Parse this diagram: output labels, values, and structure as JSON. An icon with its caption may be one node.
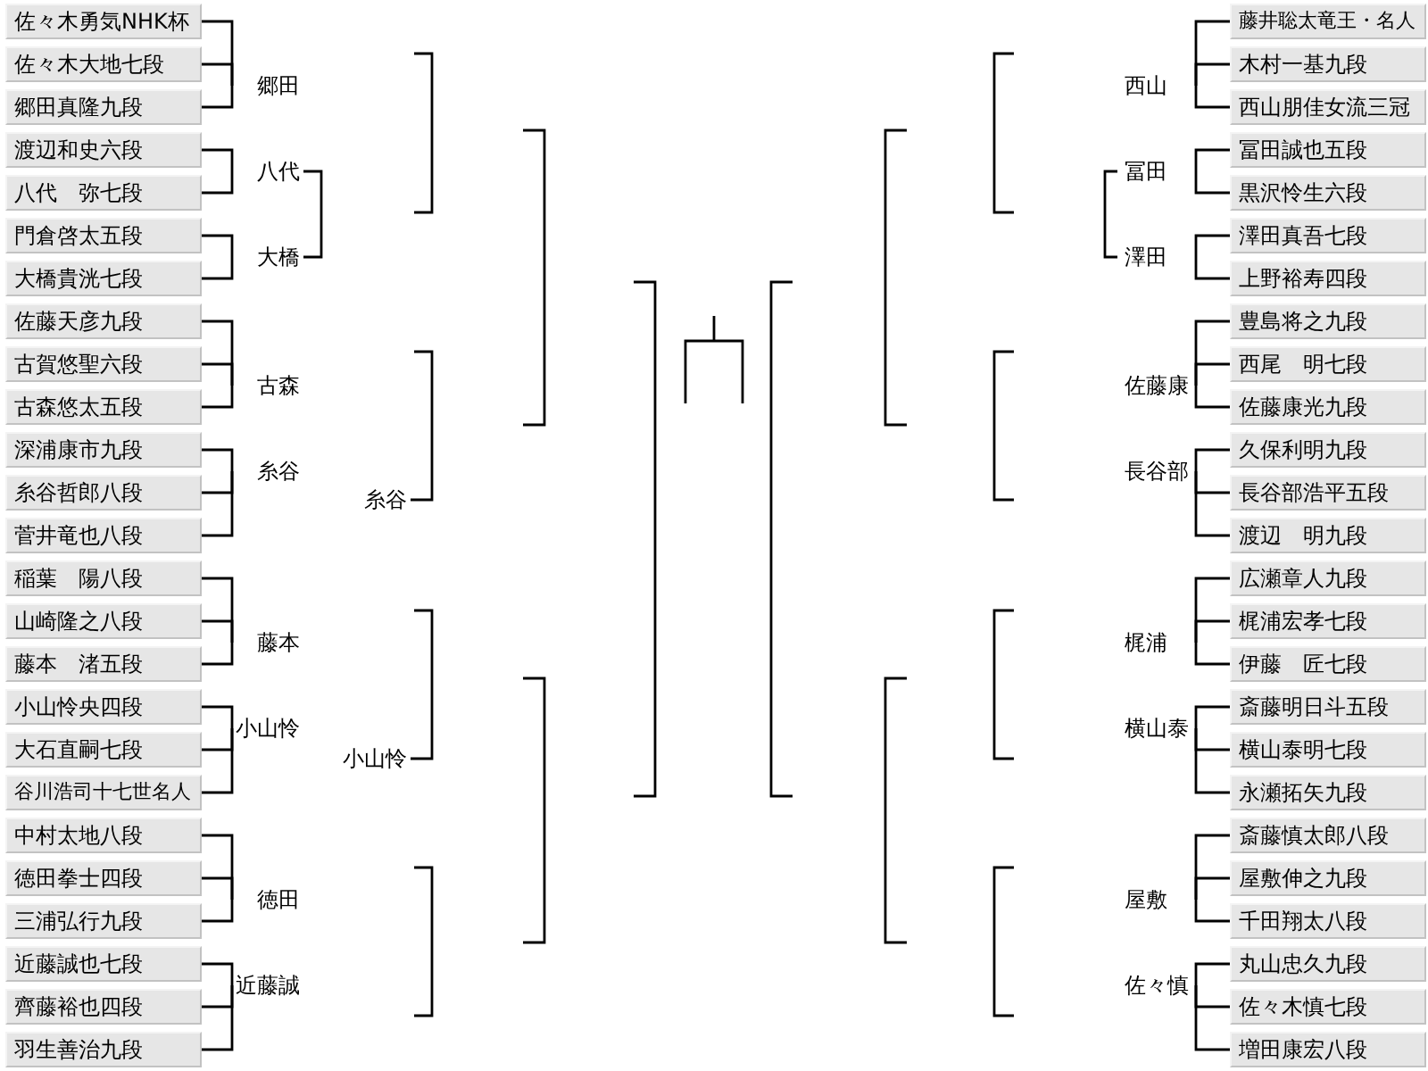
{
  "diagram": {
    "nodes": [
      {
        "text": [
          "佐々木勇気NHK杯"
        ]
      },
      {
        "text": [
          "佐々木大地七段"
        ]
      },
      {
        "text": [
          "郷田真隆九段"
        ]
      },
      {
        "text": [
          "渡辺和史六段"
        ]
      },
      {
        "text": [
          "八代　弥七段"
        ]
      },
      {
        "text": [
          "門倉啓太五段"
        ]
      },
      {
        "text": [
          "大橋貴洸七段"
        ]
      },
      {
        "text": [
          "佐藤天彦九段"
        ]
      },
      {
        "text": [
          "古賀悠聖六段"
        ]
      },
      {
        "text": [
          "古森悠太五段"
        ]
      },
      {
        "text": [
          "深浦康市九段"
        ]
      },
      {
        "text": [
          "糸谷哲郎八段"
        ]
      },
      {
        "text": [
          "菅井竜也八段"
        ]
      },
      {
        "text": [
          "稲葉　陽八段"
        ]
      },
      {
        "text": [
          "山崎隆之八段"
        ]
      },
      {
        "text": [
          "藤本　渚五段"
        ]
      },
      {
        "text": [
          "小山怜央四段"
        ]
      },
      {
        "text": [
          "大石直嗣七段"
        ]
      },
      {
        "text": [
          "谷川浩司十七世名人"
        ]
      },
      {
        "text": [
          "中村太地八段"
        ]
      },
      {
        "text": [
          "徳田拳士四段"
        ]
      },
      {
        "text": [
          "三浦弘行九段"
        ]
      },
      {
        "text": [
          "近藤誠也七段"
        ]
      },
      {
        "text": [
          "齊藤裕也四段"
        ]
      },
      {
        "text": [
          "羽生善治九段"
        ]
      },
      {
        "text": [
          "郷田"
        ]
      },
      {
        "text": [
          "八代"
        ]
      },
      {
        "text": [
          "大橋"
        ]
      },
      {
        "text": [
          "古森"
        ]
      },
      {
        "text": [
          "糸谷"
        ]
      },
      {
        "text": [
          "藤本"
        ]
      },
      {
        "text": [
          "小山怜"
        ]
      },
      {
        "text": [
          "徳田"
        ]
      },
      {
        "text": [
          "近藤誠"
        ]
      },
      {
        "text": [
          "糸谷"
        ]
      },
      {
        "text": [
          "小山怜"
        ]
      },
      {
        "text": [
          "藤井聡太竜王・名人"
        ]
      },
      {
        "text": [
          "木村一基九段"
        ]
      },
      {
        "text": [
          "西山朋佳女流三冠"
        ]
      },
      {
        "text": [
          "冨田誠也五段"
        ]
      },
      {
        "text": [
          "黒沢怜生六段"
        ]
      },
      {
        "text": [
          "澤田真吾七段"
        ]
      },
      {
        "text": [
          "上野裕寿四段"
        ]
      },
      {
        "text": [
          "豊島将之九段"
        ]
      },
      {
        "text": [
          "西尾　明七段"
        ]
      },
      {
        "text": [
          "佐藤康光九段"
        ]
      },
      {
        "text": [
          "久保利明九段"
        ]
      },
      {
        "text": [
          "長谷部浩平五段"
        ]
      },
      {
        "text": [
          "渡辺　明九段"
        ]
      },
      {
        "text": [
          "広瀬章人九段"
        ]
      },
      {
        "text": [
          "梶浦宏孝七段"
        ]
      },
      {
        "text": [
          "伊藤　匠七段"
        ]
      },
      {
        "text": [
          "斎藤明日斗五段"
        ]
      },
      {
        "text": [
          "横山泰明七段"
        ]
      },
      {
        "text": [
          "永瀬拓矢九段"
        ]
      },
      {
        "text": [
          "斎藤慎太郎八段"
        ]
      },
      {
        "text": [
          "屋敷伸之九段"
        ]
      },
      {
        "text": [
          "千田翔太八段"
        ]
      },
      {
        "text": [
          "丸山忠久九段"
        ]
      },
      {
        "text": [
          "佐々木慎七段"
        ]
      },
      {
        "text": [
          "増田康宏八段"
        ]
      },
      {
        "text": [
          "西山"
        ]
      },
      {
        "text": [
          "冨田"
        ]
      },
      {
        "text": [
          "澤田"
        ]
      },
      {
        "text": [
          "佐藤康"
        ]
      },
      {
        "text": [
          "長谷部"
        ]
      },
      {
        "text": [
          "梶浦"
        ]
      },
      {
        "text": [
          "横山泰"
        ]
      },
      {
        "text": [
          "屋敷"
        ]
      },
      {
        "text": [
          "佐々慎"
        ]
      }
    ],
    "edges": [
      {
        "from": 1,
        "to": 25,
        "arrow": "none"
      },
      {
        "from": 2,
        "to": 25,
        "arrow": "none"
      },
      {
        "from": 3,
        "to": 26,
        "arrow": "none"
      },
      {
        "from": 4,
        "to": 26,
        "arrow": "none"
      },
      {
        "from": 5,
        "to": 27,
        "arrow": "none"
      },
      {
        "from": 6,
        "to": 27,
        "arrow": "none"
      },
      {
        "from": 8,
        "to": 28,
        "arrow": "none"
      },
      {
        "from": 9,
        "to": 28,
        "arrow": "none"
      },
      {
        "from": 10,
        "to": 29,
        "arrow": "none"
      },
      {
        "from": 11,
        "to": 29,
        "arrow": "none"
      },
      {
        "from": 14,
        "to": 30,
        "arrow": "none"
      },
      {
        "from": 15,
        "to": 30,
        "arrow": "none"
      },
      {
        "from": 16,
        "to": 31,
        "arrow": "none"
      },
      {
        "from": 17,
        "to": 31,
        "arrow": "none"
      },
      {
        "from": 20,
        "to": 32,
        "arrow": "none"
      },
      {
        "from": 21,
        "to": 32,
        "arrow": "none"
      },
      {
        "from": 22,
        "to": 33,
        "arrow": "none"
      },
      {
        "from": 23,
        "to": 33,
        "arrow": "none"
      },
      {
        "from": 0,
        "to": 25,
        "arrow": "none"
      },
      {
        "from": 26,
        "to": 27,
        "arrow": "none"
      },
      {
        "from": 7,
        "to": 28,
        "arrow": "none"
      },
      {
        "from": 29,
        "to": 12,
        "arrow": "none"
      },
      {
        "from": 13,
        "to": 30,
        "arrow": "none"
      },
      {
        "from": 31,
        "to": 18,
        "arrow": "none"
      },
      {
        "from": 19,
        "to": 32,
        "arrow": "none"
      },
      {
        "from": 33,
        "to": 24,
        "arrow": "none"
      },
      {
        "from": null,
        "to": 34,
        "arrow": "none"
      },
      {
        "from": null,
        "to": 35,
        "arrow": "none"
      },
      {
        "from": 37,
        "to": 61,
        "arrow": "none"
      },
      {
        "from": 38,
        "to": 61,
        "arrow": "none"
      },
      {
        "from": 39,
        "to": 62,
        "arrow": "none"
      },
      {
        "from": 40,
        "to": 62,
        "arrow": "none"
      },
      {
        "from": 41,
        "to": 63,
        "arrow": "none"
      },
      {
        "from": 42,
        "to": 63,
        "arrow": "none"
      },
      {
        "from": 44,
        "to": 64,
        "arrow": "none"
      },
      {
        "from": 45,
        "to": 64,
        "arrow": "none"
      },
      {
        "from": 46,
        "to": 65,
        "arrow": "none"
      },
      {
        "from": 47,
        "to": 65,
        "arrow": "none"
      },
      {
        "from": 50,
        "to": 66,
        "arrow": "none"
      },
      {
        "from": 51,
        "to": 66,
        "arrow": "none"
      },
      {
        "from": 52,
        "to": 67,
        "arrow": "none"
      },
      {
        "from": 53,
        "to": 67,
        "arrow": "none"
      },
      {
        "from": 56,
        "to": 68,
        "arrow": "none"
      },
      {
        "from": 57,
        "to": 68,
        "arrow": "none"
      },
      {
        "from": 58,
        "to": 69,
        "arrow": "none"
      },
      {
        "from": 59,
        "to": 69,
        "arrow": "none"
      },
      {
        "from": 36,
        "to": 61,
        "arrow": "none"
      },
      {
        "from": 62,
        "to": 63,
        "arrow": "none"
      },
      {
        "from": 43,
        "to": 64,
        "arrow": "none"
      },
      {
        "from": 65,
        "to": 48,
        "arrow": "none"
      },
      {
        "from": 49,
        "to": 66,
        "arrow": "none"
      },
      {
        "from": 67,
        "to": 54,
        "arrow": "none"
      },
      {
        "from": 55,
        "to": 68,
        "arrow": "none"
      },
      {
        "from": 69,
        "to": 60,
        "arrow": "none"
      }
    ]
  }
}
